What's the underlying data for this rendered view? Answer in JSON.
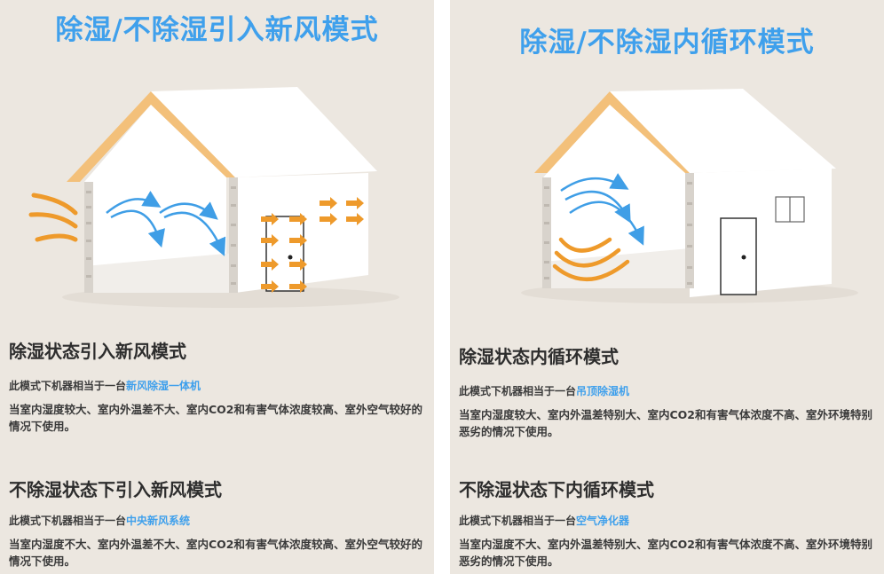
{
  "left": {
    "title": "除湿/不除湿引入新风模式",
    "sections": [
      {
        "heading": "除湿状态引入新风模式",
        "line_prefix": "此模式下机器相当于一台",
        "line_highlight": "新风除湿一体机",
        "description": "当室内湿度较大、室内外温差不大、室内CO2和有害气体浓度较高、室外空气较好的情况下使用。"
      },
      {
        "heading": "不除湿状态下引入新风模式",
        "line_prefix": "此模式下机器相当于一台",
        "line_highlight": "中央新风系统",
        "description": "当室内湿度不大、室内外温差不大、室内CO2和有害气体浓度较高、室外空气较好的情况下使用。"
      }
    ]
  },
  "right": {
    "title": "除湿/不除湿内循环模式",
    "sections": [
      {
        "heading": "除湿状态内循环模式",
        "line_prefix": "此模式下机器相当于一台",
        "line_highlight": "吊顶除湿机",
        "description": "当室内湿度较大、室内外温差特别大、室内CO2和有害气体浓度不高、室外环境特别恶劣的情况下使用。"
      },
      {
        "heading": "不除湿状态下内循环模式",
        "line_prefix": "此模式下机器相当于一台",
        "line_highlight": "空气净化器",
        "description": "当室内湿度不大、室内外温差特别大、室内CO2和有害气体浓度不高、室外环境特别恶劣的情况下使用。"
      }
    ]
  },
  "colors": {
    "title_blue": "#3fa0ec",
    "panel_bg": "#ece7e0",
    "roof_orange": "#f3c07a",
    "arrow_orange": "#ee9a2b",
    "arrow_blue": "#3f9ee6"
  }
}
